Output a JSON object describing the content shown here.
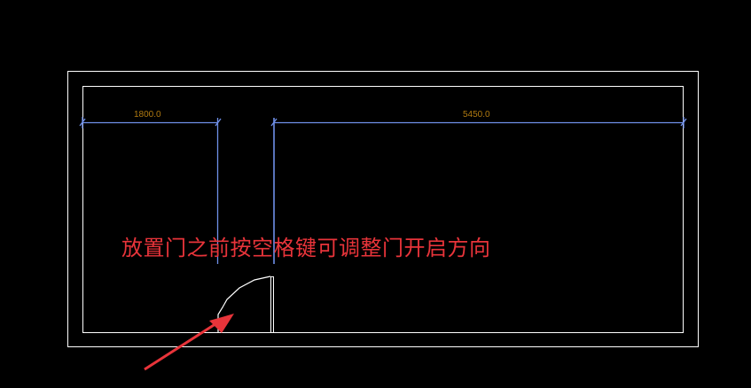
{
  "dimensions": {
    "left": "1800.0",
    "right": "5450.0"
  },
  "hint_text": "放置门之前按空格键可调整门开启方向",
  "colors": {
    "wall": "#ffffff",
    "dimension": "#6f8fe8",
    "dim_text": "#b07a10",
    "hint": "#e8343a"
  }
}
